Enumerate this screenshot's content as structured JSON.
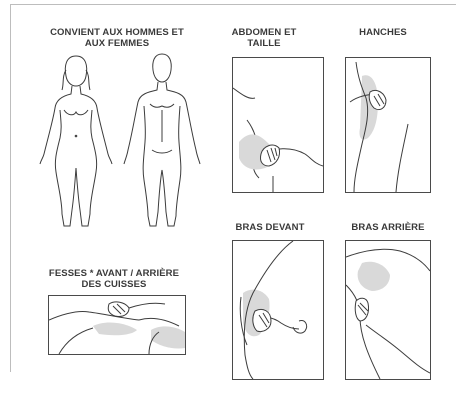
{
  "headings": {
    "unisex": "CONVIENT AUX HOMMES ET\nAUX FEMMES",
    "abdomen": "ABDOMEN ET\nTAILLE",
    "hips": "HANCHES",
    "front_arm": "BRAS DEVANT",
    "back_arm": "BRAS ARRIÈRE",
    "buttocks": "FESSES * AVANT / ARRIÈRE\nDES CUISSES"
  },
  "colors": {
    "shade": "#d9d9d9",
    "line": "#3c3c3c"
  }
}
